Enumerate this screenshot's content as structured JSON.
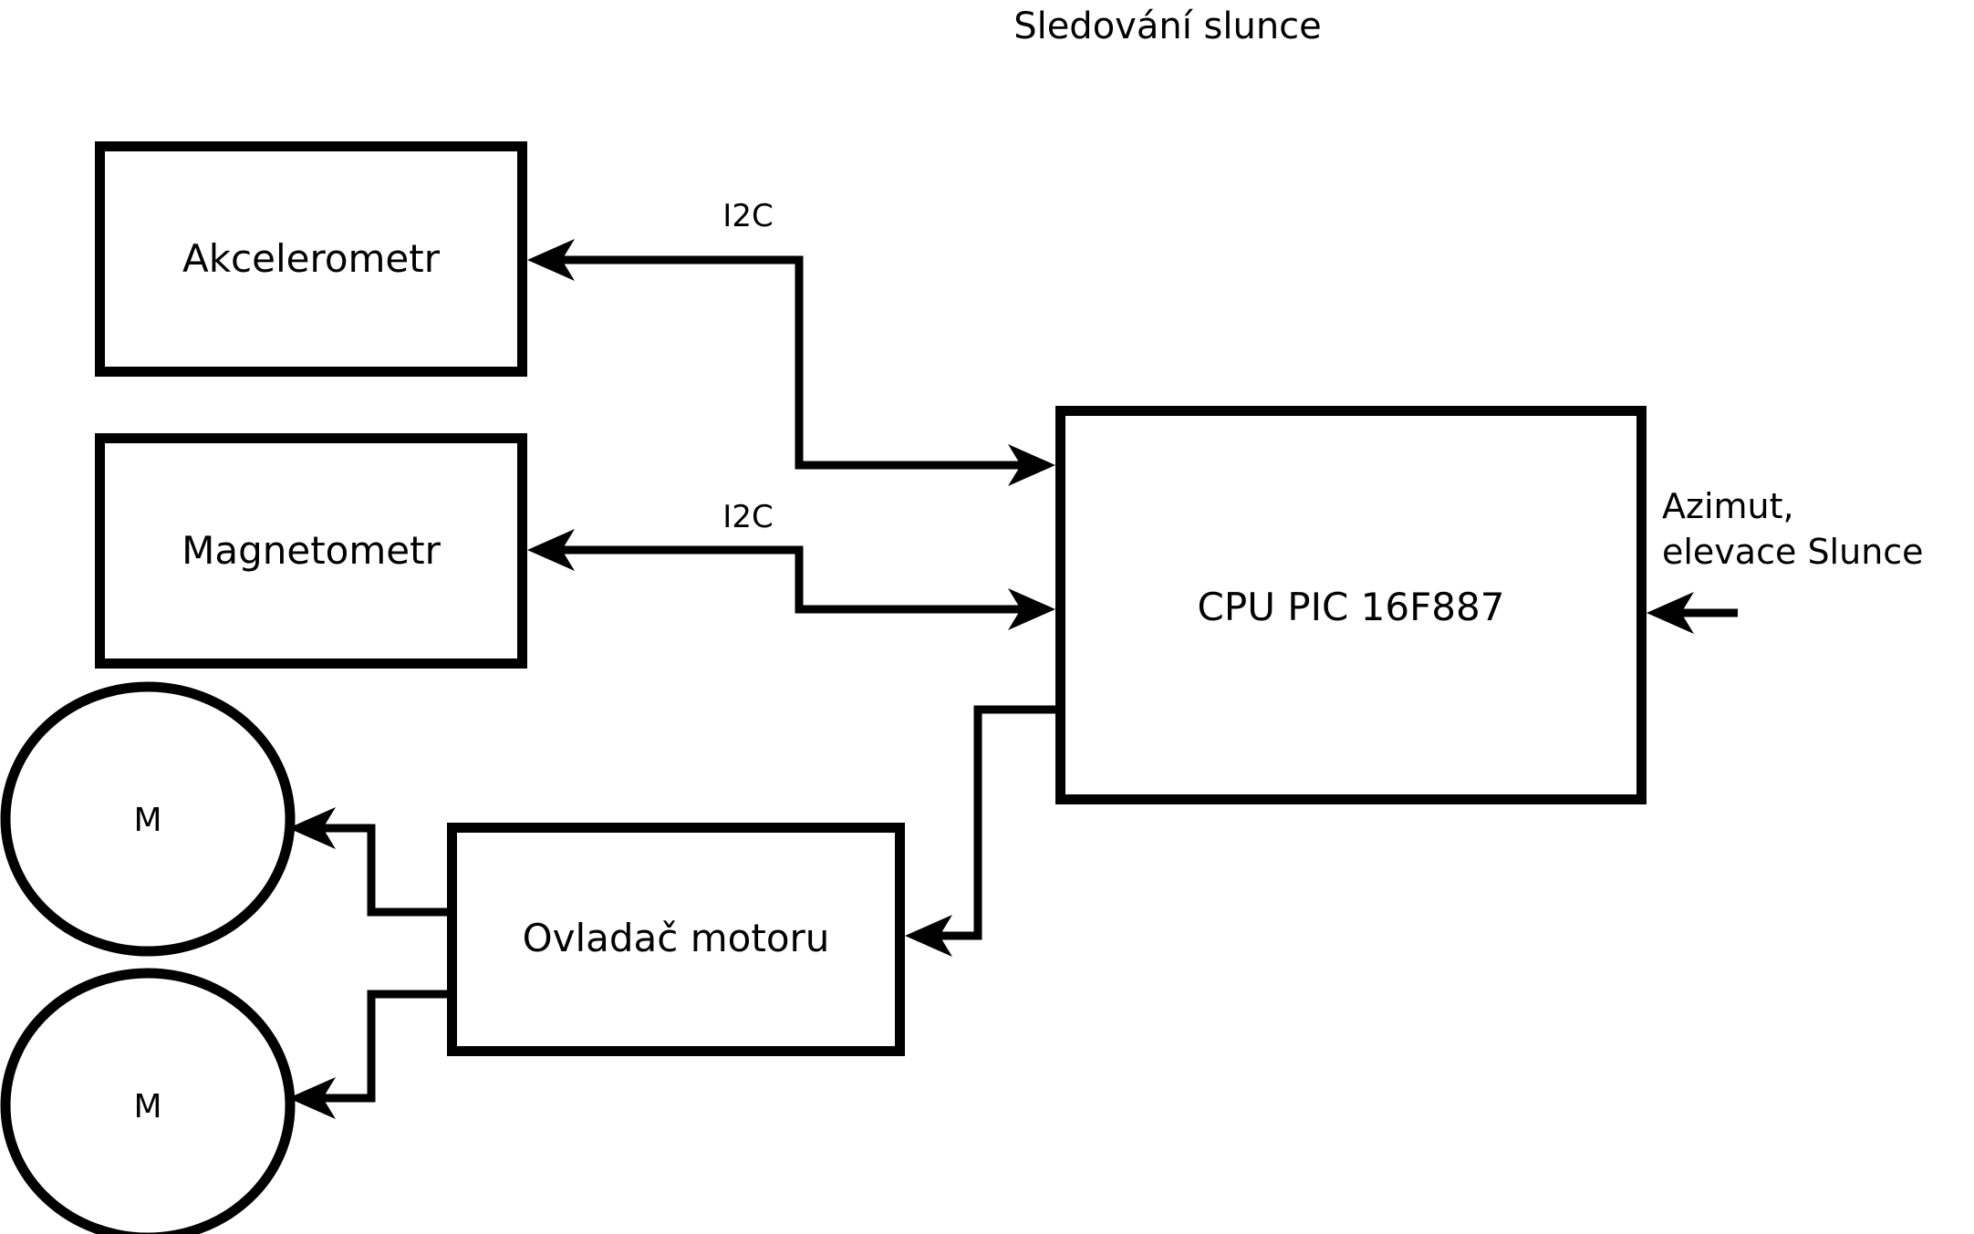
{
  "diagram": {
    "title": "Sledování slunce",
    "background_color": "#ffffff",
    "line_color": "#000000",
    "nodes": {
      "accelerometer": {
        "label": "Akcelerometr",
        "shape": "rectangle"
      },
      "magnetometer": {
        "label": "Magnetometr",
        "shape": "rectangle"
      },
      "cpu": {
        "label": "CPU PIC 16F887",
        "shape": "rectangle"
      },
      "motor_driver": {
        "label": "Ovladač motoru",
        "shape": "rectangle"
      },
      "motor_top": {
        "label": "M",
        "shape": "ellipse"
      },
      "motor_bottom": {
        "label": "M",
        "shape": "ellipse"
      }
    },
    "edge_labels": {
      "i2c_accelerometer": "I2C",
      "i2c_magnetometer": "I2C"
    },
    "annotations": {
      "sun_input_line1": "Azimut,",
      "sun_input_line2": "elevace Slunce"
    }
  }
}
